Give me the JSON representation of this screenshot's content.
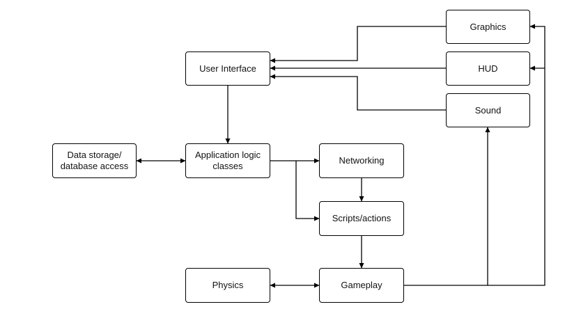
{
  "nodes": {
    "graphics": "Graphics",
    "hud": "HUD",
    "sound": "Sound",
    "user_interface": "User Interface",
    "data_storage": "Data storage/\ndatabase access",
    "app_logic": "Application logic\nclasses",
    "networking": "Networking",
    "scripts": "Scripts/actions",
    "physics": "Physics",
    "gameplay": "Gameplay"
  },
  "colors": {
    "line": "#000000",
    "border": "#000000",
    "background": "#ffffff"
  }
}
